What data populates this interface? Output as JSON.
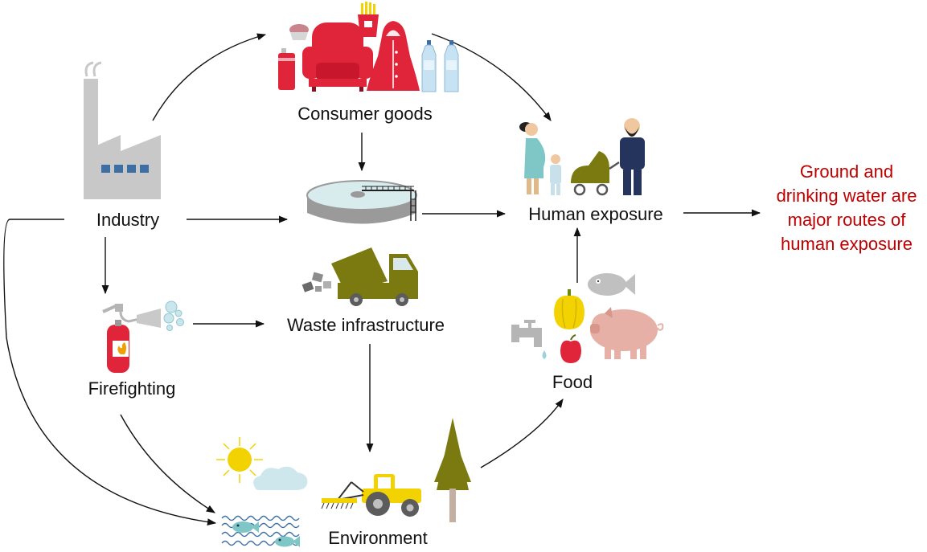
{
  "nodes": {
    "consumer_goods": "Consumer goods",
    "industry": "Industry",
    "human_exposure": "Human exposure",
    "waste_infrastructure": "Waste infrastructure",
    "firefighting": "Firefighting",
    "food": "Food",
    "environment": "Environment"
  },
  "callout": {
    "lines": [
      "Ground and",
      "drinking water are",
      "major routes of",
      "human exposure"
    ]
  },
  "colors": {
    "accent_red": "#e0243a",
    "callout_red": "#c00000",
    "factory_gray": "#c8c8c8",
    "olive": "#7a7a10",
    "teal": "#7fc6c6",
    "yellow": "#f2d200",
    "pink": "#e7b0a6",
    "navy": "#24345c"
  },
  "icons": [
    "factory-icon",
    "muffin-icon",
    "armchair-icon",
    "fries-icon",
    "robe-icon",
    "spray-can-icon",
    "water-bottle-icon",
    "water-treatment-tank-icon",
    "dump-truck-icon",
    "fire-extinguisher-icon",
    "pregnant-woman-icon",
    "child-icon",
    "stroller-icon",
    "bearded-man-icon",
    "faucet-icon",
    "pepper-icon",
    "apple-icon",
    "fish-icon",
    "pig-icon",
    "sun-icon",
    "cloud-icon",
    "tractor-icon",
    "tree-icon",
    "wavy-water-fish-icon"
  ]
}
